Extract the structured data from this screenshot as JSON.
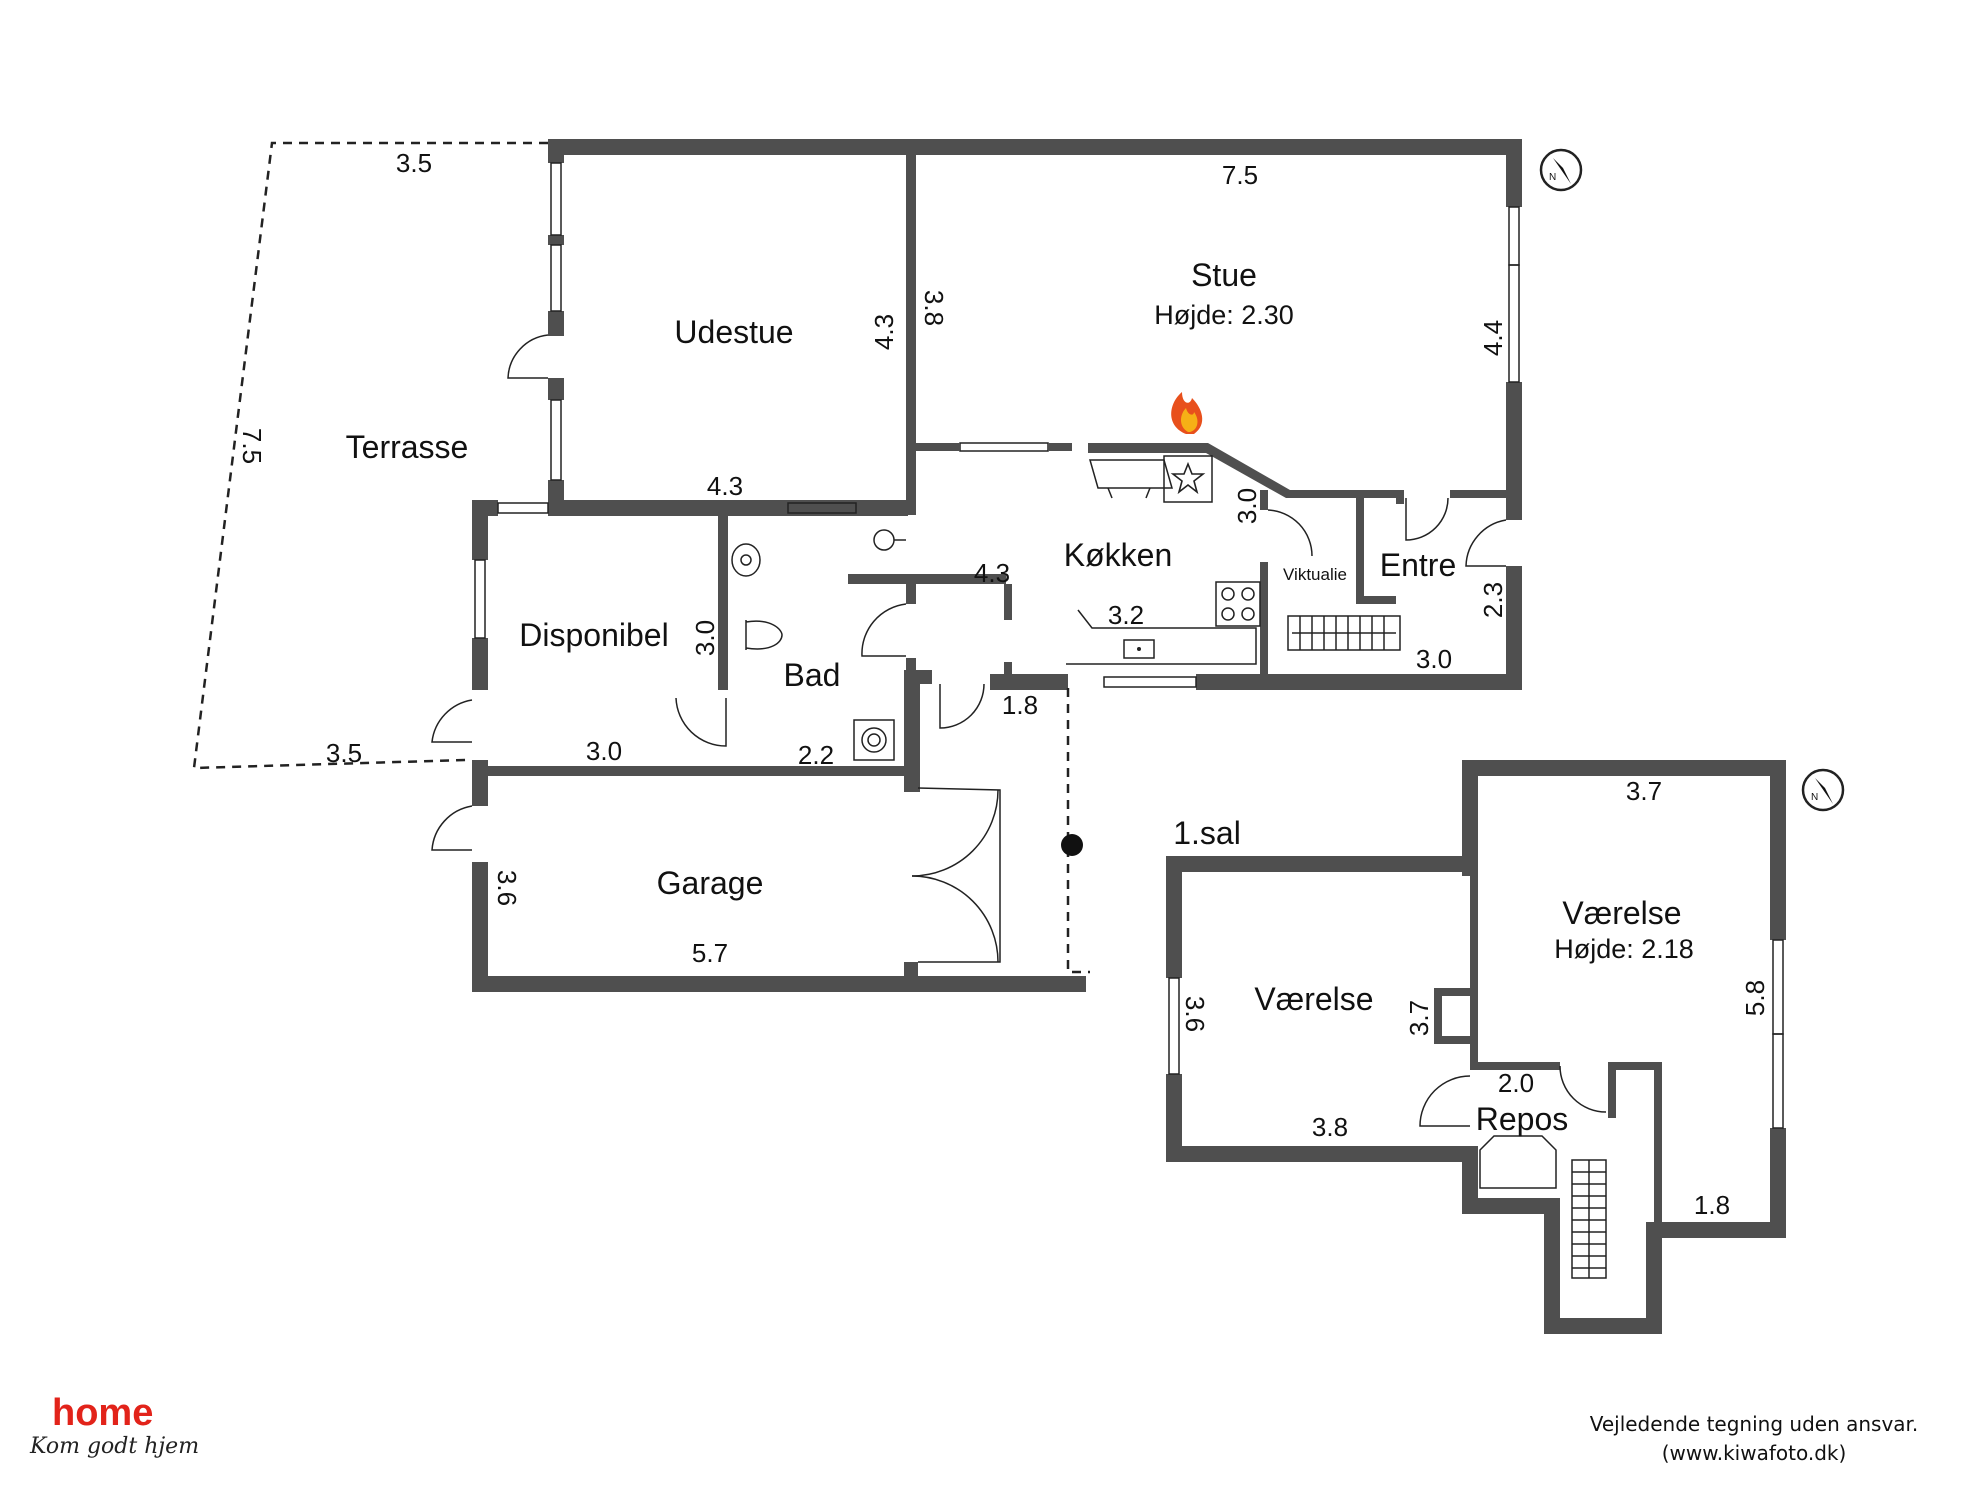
{
  "ground_floor": {
    "rooms": {
      "terrasse": "Terrasse",
      "udestue": "Udestue",
      "stue": "Stue",
      "stue_height": "Højde: 2.30",
      "koekken": "Køkken",
      "viktualie": "Viktualie",
      "entre": "Entre",
      "disponibel": "Disponibel",
      "bad": "Bad",
      "garage": "Garage"
    },
    "dimensions": {
      "terrasse_top": "3.5",
      "terrasse_side": "7.5",
      "terrasse_bottom": "3.5",
      "udestue_width": "4.3",
      "udestue_depth": "4.3",
      "stue_width": "7.5",
      "stue_depth_left": "3.8",
      "stue_depth_right": "4.4",
      "koekken_width": "4.3",
      "koekken_counter": "3.2",
      "viktualie_depth": "3.0",
      "entre_depth": "2.3",
      "entre_width": "3.0",
      "hall_width": "1.8",
      "disponibel_depth": "3.0",
      "disponibel_width": "3.0",
      "bad_width": "2.2",
      "garage_depth": "3.6",
      "garage_width": "5.7"
    }
  },
  "upper_floor": {
    "label": "1.sal",
    "rooms": {
      "vaerelse_left": "Værelse",
      "vaerelse_right": "Værelse",
      "vaerelse_right_height": "Højde: 2.18",
      "repos": "Repos"
    },
    "dimensions": {
      "right_width": "3.7",
      "right_depth": "5.8",
      "right_bottom": "1.8",
      "left_depth": "3.6",
      "left_width": "3.8",
      "closet_depth": "3.7",
      "repos_width": "2.0"
    }
  },
  "icons": [
    "compass-icon",
    "fireplace-icon",
    "stove-icon",
    "sink-icon",
    "toilet-icon",
    "washing-machine-icon",
    "stairs-icon"
  ],
  "colors": {
    "wall": "#4f4f4f",
    "brand": "#e2231a"
  },
  "brand": {
    "name": "home",
    "tagline": "Kom godt hjem"
  },
  "disclaimer": {
    "line1": "Vejledende tegning uden ansvar.",
    "line2": "(www.kiwafoto.dk)"
  }
}
